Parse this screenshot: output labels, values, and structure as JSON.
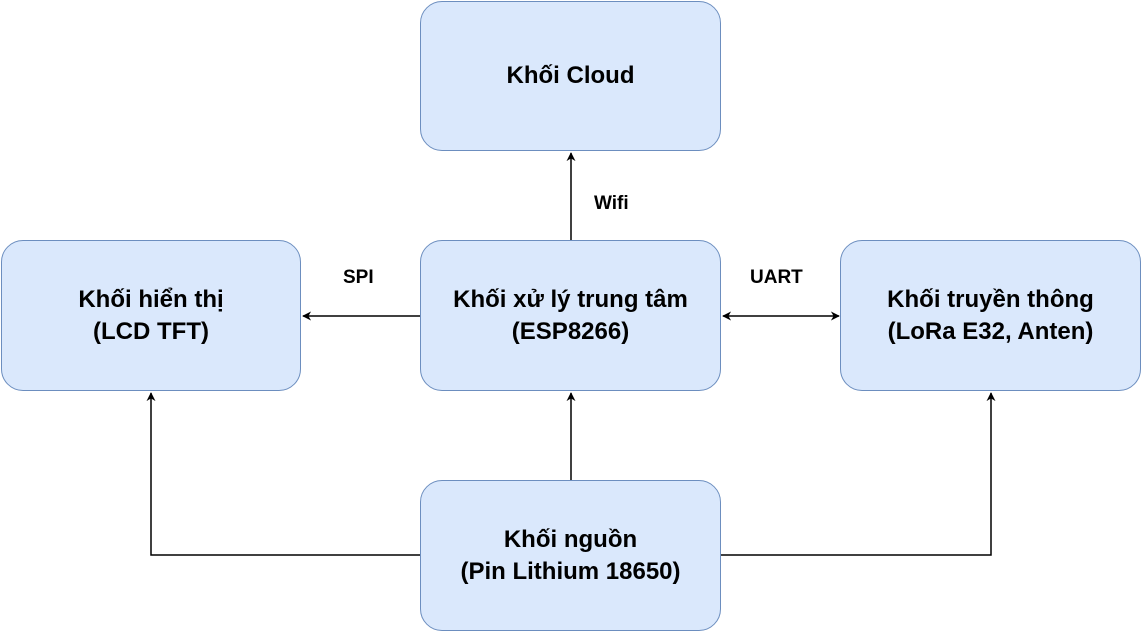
{
  "diagram": {
    "blocks": {
      "cloud": {
        "line1": "Khối Cloud"
      },
      "center": {
        "line1": "Khối xử lý trung tâm",
        "line2": "(ESP8266)"
      },
      "display": {
        "line1": "Khối hiển thị",
        "line2": "(LCD TFT)"
      },
      "comm": {
        "line1": "Khối truyền thông",
        "line2": "(LoRa E32, Anten)"
      },
      "power": {
        "line1": "Khối nguồn",
        "line2": "(Pin Lithium 18650)"
      }
    },
    "edges": {
      "wifi": "Wifi",
      "spi": "SPI",
      "uart": "UART"
    }
  },
  "colors": {
    "block_fill": "#dae8fc",
    "block_border": "#6c8ebf",
    "line": "#000000"
  }
}
